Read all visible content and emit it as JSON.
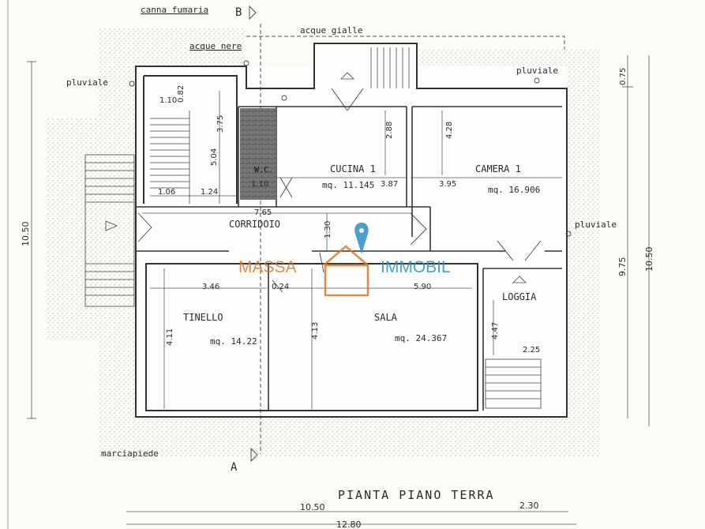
{
  "labels": {
    "canna_fumaria": "canna fumaria",
    "acque_nere": "acque nere",
    "acque_gialle": "acque gialle",
    "pluviale_left": "pluviale",
    "pluviale_top_right": "pluviale",
    "pluviale_right": "pluviale",
    "marciapiede": "marciapiede",
    "section_b": "B",
    "section_a": "A",
    "wc": "W.C."
  },
  "rooms": {
    "cucina_name": "CUCINA 1",
    "cucina_area": "mq. 11.145",
    "camera_name": "CAMERA 1",
    "camera_area": "mq. 16.906",
    "corridoio_name": "CORRIDOIO",
    "tinello_name": "TINELLO",
    "tinello_area": "mq. 14.22",
    "sala_name": "SALA",
    "sala_area": "mq. 24.367",
    "loggia_name": "LOGGIA"
  },
  "dimensions": {
    "d_110": "1.10",
    "d_082": "0.82",
    "d_375": "3.75",
    "d_504": "5.04",
    "d_106": "1.06",
    "d_124": "1.24",
    "d_288": "2.88",
    "d_110b": "1.10",
    "d_387": "3.87",
    "d_428": "4.28",
    "d_395": "3.95",
    "d_765": "7.65",
    "d_130": "1.30",
    "d_346": "3.46",
    "d_024": "0.24",
    "d_590": "5.90",
    "d_411": "4.11",
    "d_413": "4.13",
    "d_447": "4.47",
    "d_225": "2.25",
    "d_1050_left": "10.50",
    "d_075": "0.75",
    "d_975": "9.75",
    "d_1050_right": "10.50",
    "d_1050_bottom": "10.50",
    "d_230": "2.30",
    "d_1280": "12.80"
  },
  "title": "PIANTA PIANO TERRA",
  "watermark": {
    "left": "MASSA",
    "right": "IMMOBIL",
    "orange": "#e0772a",
    "blue": "#2b8fc4"
  }
}
